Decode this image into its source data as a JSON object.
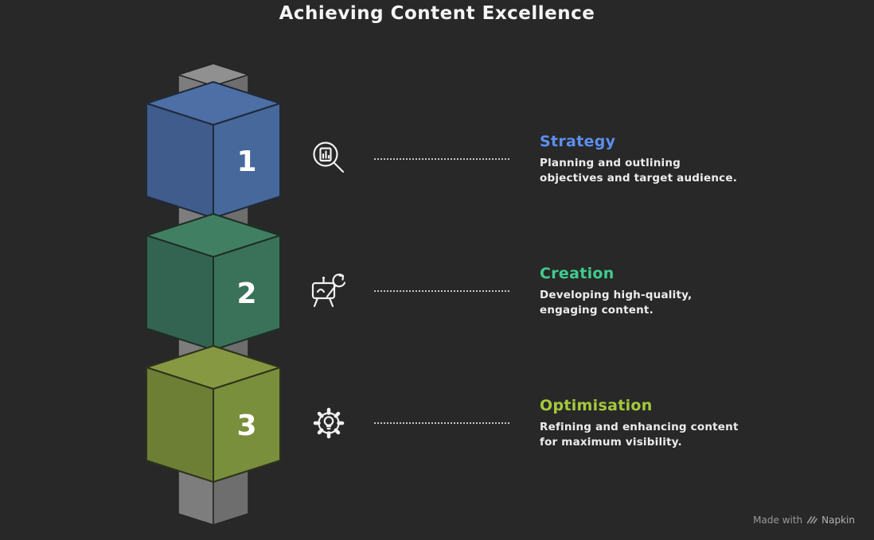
{
  "title": "Achieving Content Excellence",
  "steps": [
    {
      "number": "1",
      "label": "Strategy",
      "accent_color": "#5b8ff2",
      "icon": "magnifier-report-icon",
      "desc_lines": [
        "Planning and outlining",
        "objectives and target audience."
      ]
    },
    {
      "number": "2",
      "label": "Creation",
      "accent_color": "#3fcb8e",
      "icon": "easel-refresh-icon",
      "desc_lines": [
        "Developing high-quality,",
        "engaging content."
      ]
    },
    {
      "number": "3",
      "label": "Optimisation",
      "accent_color": "#a4c93c",
      "icon": "gear-bulb-icon",
      "desc_lines": [
        "Refining and enhancing content",
        "for maximum visibility."
      ]
    }
  ],
  "colors": {
    "background": "#282828",
    "pillar": "#7c7c7c",
    "cube_1": "#47689b",
    "cube_2": "#3a7259",
    "cube_3": "#7a8f3c"
  },
  "footer": {
    "made_with": "Made with",
    "brand": "Napkin"
  }
}
